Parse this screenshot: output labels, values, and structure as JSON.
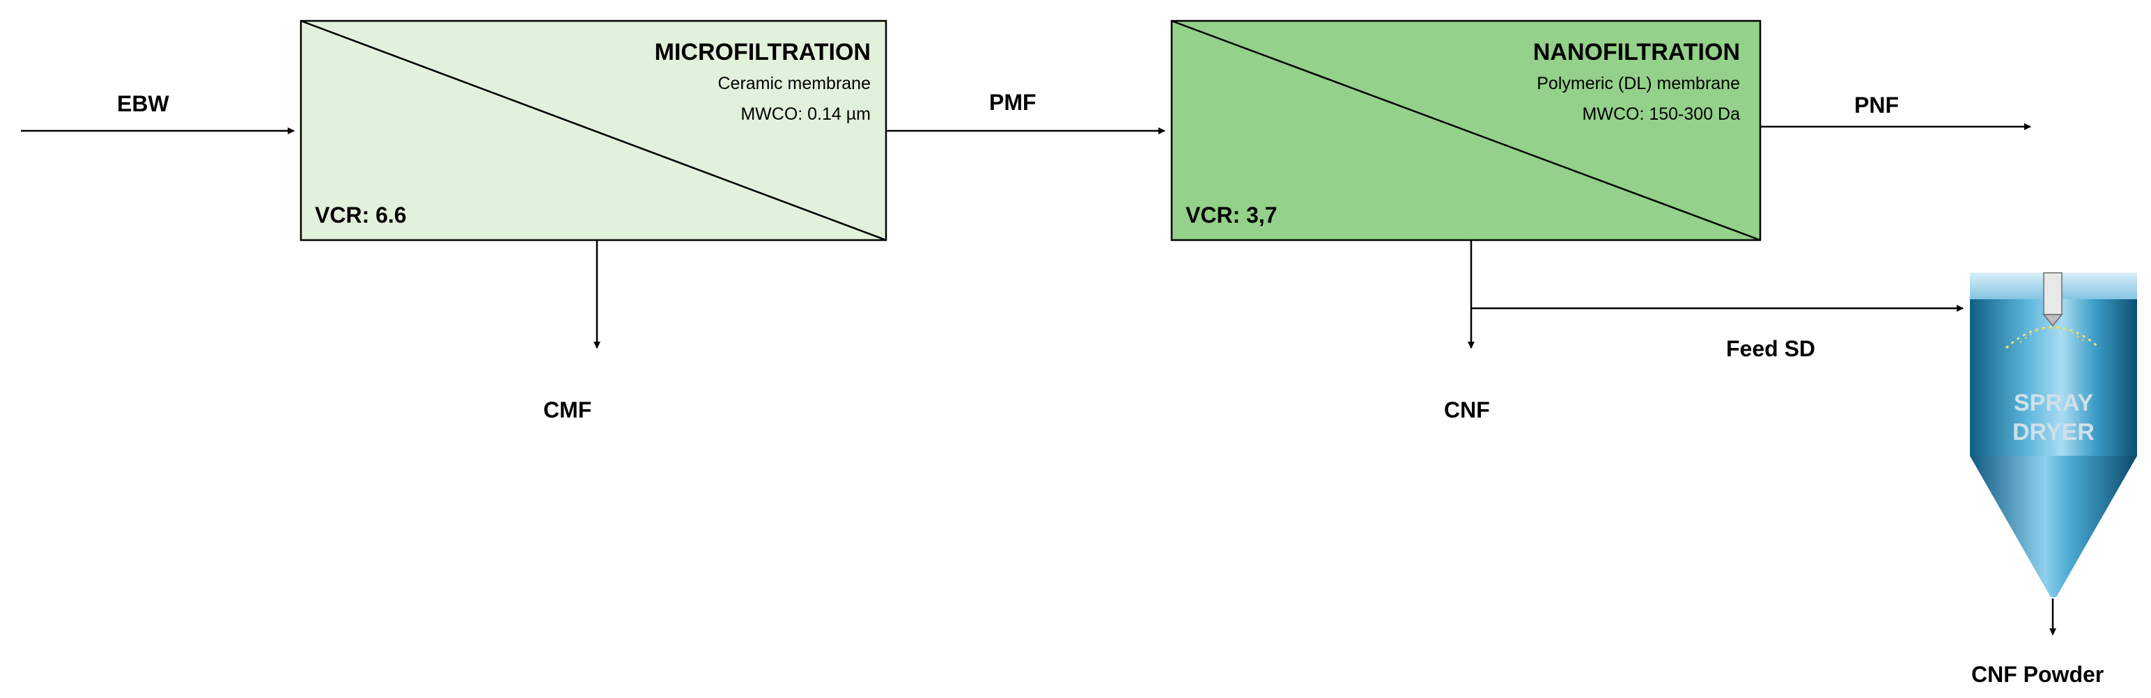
{
  "colors": {
    "microfiltration_fill": "#e2f1dc",
    "nanofiltration_fill": "#94d18a",
    "line": "#000000",
    "dryer_blue": "#1f7fa8"
  },
  "units": {
    "microfiltration": {
      "title": "MICROFILTRATION",
      "membrane": "Ceramic membrane",
      "mwco": "MWCO: 0.14 µm",
      "vcr": "VCR: 6.6"
    },
    "nanofiltration": {
      "title": "NANOFILTRATION",
      "membrane": "Polymeric (DL) membrane",
      "mwco": "MWCO: 150-300 Da",
      "vcr": "VCR: 3,7"
    }
  },
  "streams": {
    "ebw": "EBW",
    "pmf": "PMF",
    "pnf": "PNF",
    "cmf": "CMF",
    "cnf": "CNF",
    "feed_sd": "Feed SD",
    "cnf_powder": "CNF Powder"
  },
  "spray_dryer": {
    "line1": "SPRAY",
    "line2": "DRYER"
  }
}
